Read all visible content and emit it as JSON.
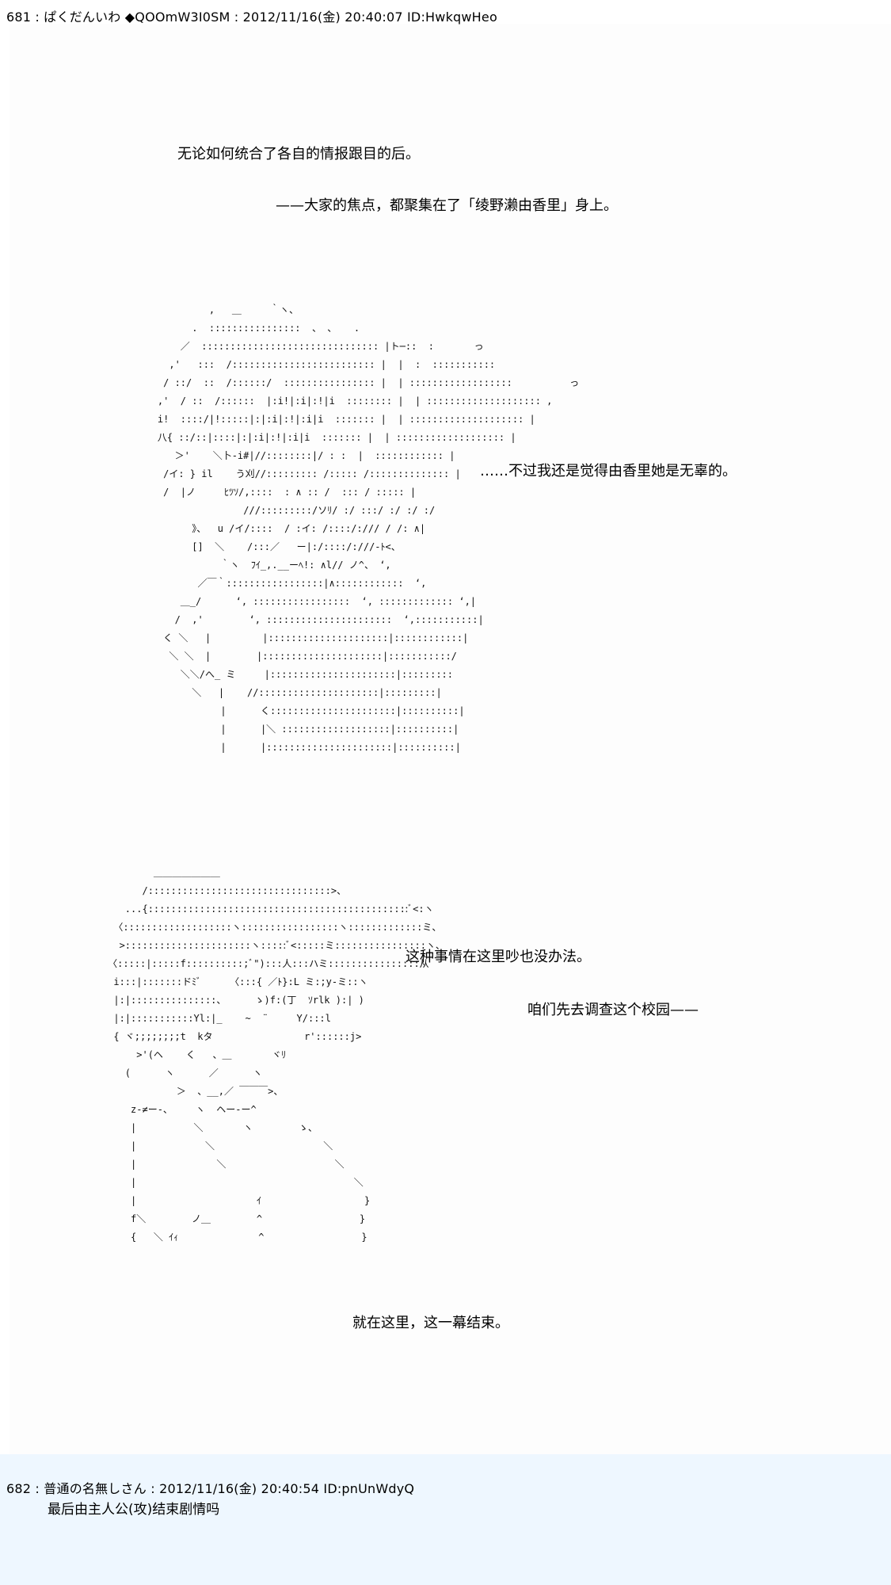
{
  "posts": [
    {
      "header": "681 : ぱくだんいわ ◆QOOmW3I0SM : 2012/11/16(金) 20:40:07 ID:HwkqwHeo",
      "lines": [
        "无论如何统合了各自的情报跟目的后。",
        "——大家的焦点，都聚集在了「绫野濑由香里」身上。",
        "……不过我还是觉得由香里她是无辜的。",
        "这种事情在这里吵也没办法。",
        "咱们先去调查这个校园——",
        "就在这里，这一幕结束。"
      ],
      "art": [
        "             ,   ＿     ｀ヽ、\n          .  ::::::::::::::::  、 、   .\n        ／  ::::::::::::::::::::::::::::::: |ト─::  :       っ\n      ,'   :::  /::::::::::::::::::::::::: |  |  :  :::::::::::\n     / ::/  ::  /::::::/  :::::::::::::::: |  | ::::::::::::::::::          っ\n    ,'  / ::  /::::::  |:i!|:i|:!|i  :::::::: |  | :::::::::::::::::::: ,\n    i!  ::::/|!:::::|:|:i|:!|:i|i  ::::::: |  | :::::::::::::::::::: |\n    八{ ::/::|::::|:|:i|:!|:i|i  ::::::: |  | ::::::::::::::::::: |\n       ＞'    ＼卜-i#|//::::::::|/ : :  |  :::::::::::: |\n     /イ: } il    う刈//::::::::: /::::: /:::::::::::::: |\n     /  |ノ     ﾋﾂｿ/,::::  : ∧ :: /  ::: / ::::: |\n                   ///:::::::::/ソﾘ/ :/ :::/ :/ :/ :/\n          》、  u /イ/::::  / :イ: /::::/:/// / /: ∧|\n          []  ＼    /:::／   ー|:/::::/:///-ﾄ<、\n               ｀ヽ  ﾌｲ_,.__ーﾍ!: ∧l// ノ^、 ‘,\n           ／￣｀:::::::::::::::::|∧::::::::::::  ‘,\n        ＿_/      ‘, :::::::::::::::::  ‘, ::::::::::::: ‘,|\n       /  ,'        ‘, ::::::::::::::::::::::  ‘,:::::::::::|\n     く ＼   |         |:::::::::::::::::::::|::::::::::::|\n      ＼ ＼  |        |:::::::::::::::::::::|:::::::::::/\n        ＼＼/へ_ ミ     |::::::::::::::::::::::|:::::::::\n          ＼   |    //:::::::::::::::::::::|:::::::::|\n               |      く::::::::::::::::::::::|::::::::::|\n               |      |＼ :::::::::::::::::::|::::::::::|\n               |      |::::::::::::::::::::::|::::::::::|",
        "             ＿＿＿＿＿＿＿\n           /::::::::::::::::::::::::::::::::>、\n        ...{::::::::::::::::::::::::::::::::::::::::::::::ﾞ<:ヽ\n      〈:::::::::::::::::::ヽ:::::::::::::::::ヽ:::::::::::::ミ、\n       >::::::::::::::::::::::ヽ:::::ﾞ<:::::ミ::::::::::::::::ヽ、\n     〈:::::|:::::f::::::::::;ﾞ\"):::人:::ハミ::::::::::::::::从\n      i:::|:::::::ドﾐﾞ     〈:::{ ／ﾄ}:L ミ:;y-ミ::ヽ\n      |:|:::::::::::::::、     ゝ)f:(丁  ｿrlk ):| )\n      |:|:::::::::::Yl:|_    ~  ¨     Y/:::l\n      { ヾ;;;;;;;;t  kタ                r'::::::j>\n          >'(ヘ    く   、＿       ヾﾘ\n        (      ヽ      ／      ヽ\n                 ＞  、__,／ ￣￣￣>、\n         z-≠ー-、    ヽ  ヘー-ー^\n         |          ＼       ヽ        ゝ、\n         |            ＼                   ＼\n         |              ＼                   ＼\n         |                                      ＼\n         |                     ｲ                  }\n         f＼        ノ＿        ^                 }\n         {   ＼ ｲｨ              ^                 }"
      ]
    },
    {
      "header": "682 : 普通の名無しさん : 2012/11/16(金) 20:40:54 ID:pnUnWdyQ",
      "lines": [
        "最后由主人公(攻)结束剧情吗"
      ]
    }
  ]
}
